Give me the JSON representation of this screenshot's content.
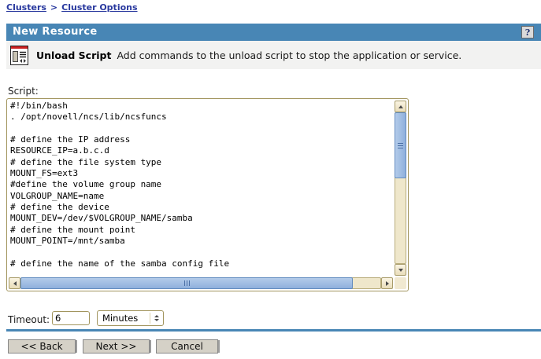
{
  "breadcrumb": {
    "separator": ">",
    "items": [
      {
        "label": "Clusters"
      },
      {
        "label": "Cluster Options"
      }
    ]
  },
  "header": {
    "title": "New Resource",
    "help_label": "?"
  },
  "step": {
    "title": "Unload Script",
    "description": "Add commands to the unload script to stop the application or service."
  },
  "script": {
    "label": "Script:",
    "content": "#!/bin/bash\n. /opt/novell/ncs/lib/ncsfuncs\n\n# define the IP address\nRESOURCE_IP=a.b.c.d\n# define the file system type\nMOUNT_FS=ext3\n#define the volume group name\nVOLGROUP_NAME=name\n# define the device\nMOUNT_DEV=/dev/$VOLGROUP_NAME/samba\n# define the mount point\nMOUNT_POINT=/mnt/samba\n\n# define the name of the samba config file"
  },
  "timeout": {
    "label": "Timeout:",
    "value": "6",
    "unit": "Minutes"
  },
  "buttons": {
    "back": "<< Back",
    "next": "Next >>",
    "cancel": "Cancel"
  },
  "icons": {
    "help": "question-mark-icon",
    "step": "unload-script-document-icon",
    "timeout_unit": "up-down-stepper-icon",
    "scrollbar_arrows": [
      "up-arrow-icon",
      "down-arrow-icon",
      "left-arrow-icon",
      "right-arrow-icon"
    ]
  },
  "colors": {
    "title_bar": "#4886b5",
    "divider": "#4886b5",
    "breadcrumb_link": "#28389e",
    "scrollbar_thumb": "#9db9e0",
    "scrollbar_track": "#efe7cb",
    "button_face": "#d5d1c7",
    "step_band": "#f2f2f1"
  }
}
